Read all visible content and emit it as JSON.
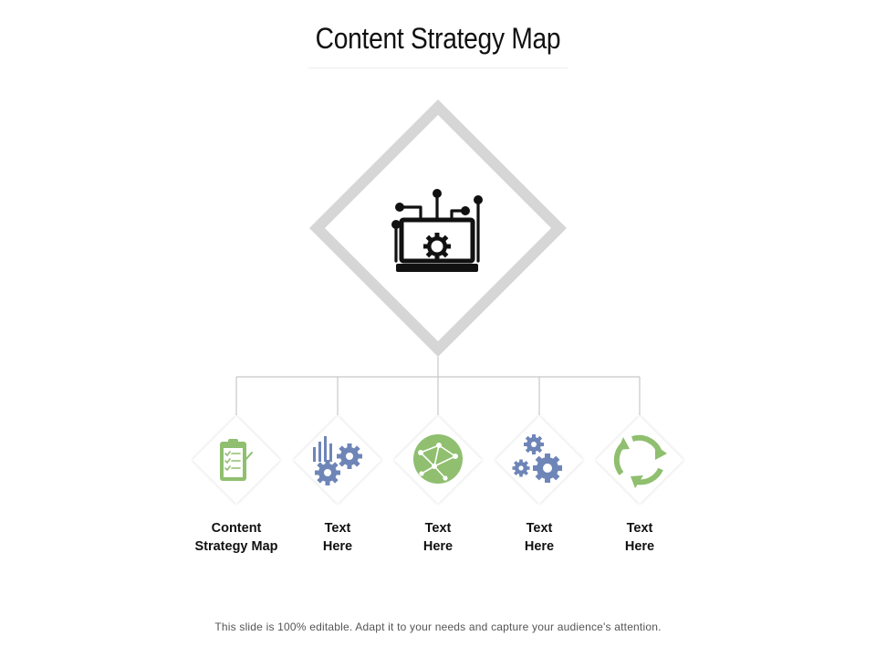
{
  "title": "Content Strategy Map",
  "footer": "This slide is 100% editable. Adapt it to your needs and capture your audience's attention.",
  "center": {
    "icon": "laptop-gear-circuit-icon"
  },
  "nodes": [
    {
      "line1": "Content",
      "line2": "Strategy Map",
      "icon": "clipboard-checklist-icon",
      "color": "#8fbf6f"
    },
    {
      "line1": "Text",
      "line2": "Here",
      "icon": "chart-gears-icon",
      "color": "#6e85b8"
    },
    {
      "line1": "Text",
      "line2": "Here",
      "icon": "network-globe-icon",
      "color": "#8fbf6f"
    },
    {
      "line1": "Text",
      "line2": "Here",
      "icon": "gears-icon",
      "color": "#6e85b8"
    },
    {
      "line1": "Text",
      "line2": "Here",
      "icon": "recycle-arrows-icon",
      "color": "#8fbf6f"
    }
  ],
  "colors": {
    "green": "#8fbf6f",
    "blue": "#6e85b8",
    "frame": "#d6d6d6",
    "connector": "#c8c8c8",
    "dark": "#111111"
  }
}
